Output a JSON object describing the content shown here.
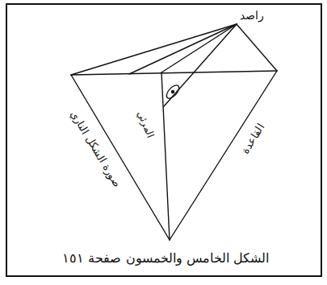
{
  "diagram": {
    "caption": "الشكل الخامس والخمسون صفحة ١٥١",
    "labels": [
      "راصد",
      "صورة الشكل الناري",
      "المرئي",
      "القاعدة"
    ]
  }
}
